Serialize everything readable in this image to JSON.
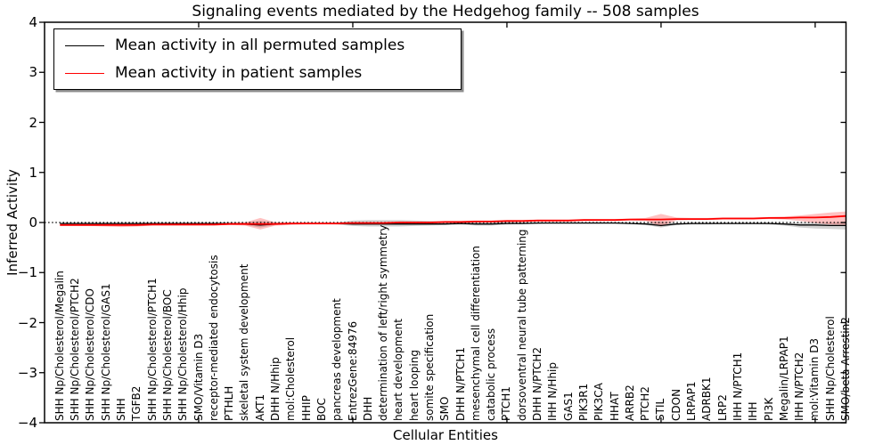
{
  "title": "Signaling events mediated by the Hedgehog family -- 508 samples",
  "legend": {
    "entries": [
      {
        "label": "Mean activity in all permuted samples",
        "color": "#000000"
      },
      {
        "label": "Mean activity in patient samples",
        "color": "#ff0000"
      }
    ]
  },
  "chart_data": {
    "type": "line",
    "title": "Signaling events mediated by the Hedgehog family -- 508 samples",
    "xlabel": "Cellular Entities",
    "ylabel": "Inferred Activity",
    "ylim": [
      -4,
      4
    ],
    "yticks": [
      -4,
      -3,
      -2,
      -1,
      0,
      1,
      2,
      3,
      4
    ],
    "xtick_major_positions": [
      10,
      20,
      30,
      40,
      50
    ],
    "zero_line": "dotted",
    "grid": false,
    "legend_position": "upper-left",
    "categories": [
      "SHH Np/Cholesterol/Megalin",
      "SHH Np/Cholesterol/PTCH2",
      "SHH Np/Cholesterol/CDO",
      "SHH Np/Cholesterol/GAS1",
      "SHH",
      "TGFB2",
      "SHH Np/Cholesterol/PTCH1",
      "SHH Np/Cholesterol/BOC",
      "SHH Np/Cholesterol/Hhip",
      "SMO/Vitamin D3",
      "receptor-mediated endocytosis",
      "PTHLH",
      "skeletal system development",
      "AKT1",
      "DHH N/Hhip",
      "mol:Cholesterol",
      "HHIP",
      "BOC",
      "pancreas development",
      "EntrezGene:84976",
      "DHH",
      "determination of left/right symmetry",
      "heart development",
      "heart looping",
      "somite specification",
      "SMO",
      "DHH N/PTCH1",
      "mesenchymal cell differentiation",
      "catabolic process",
      "PTCH1",
      "dorsoventral neural tube patterning",
      "DHH N/PTCH2",
      "IHH N/Hhip",
      "GAS1",
      "PIK3R1",
      "PIK3CA",
      "HHAT",
      "ARRB2",
      "PTCH2",
      "STIL",
      "CDON",
      "LRPAP1",
      "ADRBK1",
      "LRP2",
      "IHH N/PTCH1",
      "IHH",
      "PI3K",
      "Megalin/LRPAP1",
      "IHH N/PTCH2",
      "mol:Vitamin D3",
      "SHH Np/Cholesterol",
      "SMO/beta Arrestin2"
    ],
    "series": [
      {
        "name": "Mean activity in all permuted samples",
        "color": "#000000",
        "band_color": "#808080",
        "values": [
          -0.02,
          -0.02,
          -0.02,
          -0.02,
          -0.02,
          -0.02,
          -0.02,
          -0.02,
          -0.02,
          -0.02,
          -0.02,
          -0.02,
          -0.03,
          -0.05,
          -0.03,
          -0.02,
          -0.02,
          -0.02,
          -0.02,
          -0.03,
          -0.03,
          -0.03,
          -0.03,
          -0.03,
          -0.03,
          -0.03,
          -0.02,
          -0.03,
          -0.03,
          -0.02,
          -0.02,
          -0.01,
          -0.01,
          -0.01,
          -0.01,
          -0.01,
          -0.01,
          -0.02,
          -0.03,
          -0.06,
          -0.03,
          -0.02,
          -0.02,
          -0.02,
          -0.02,
          -0.02,
          -0.02,
          -0.03,
          -0.05,
          -0.05,
          -0.06,
          -0.06
        ],
        "band_hi": [
          -0.01,
          -0.01,
          -0.01,
          -0.01,
          -0.01,
          -0.01,
          -0.01,
          -0.01,
          -0.01,
          -0.01,
          -0.01,
          -0.01,
          0.0,
          0.03,
          0.0,
          -0.01,
          -0.01,
          -0.01,
          0.0,
          0.04,
          0.05,
          0.05,
          0.05,
          0.04,
          0.03,
          0.02,
          0.01,
          0.02,
          0.02,
          0.01,
          0.0,
          0.0,
          0.0,
          0.0,
          0.0,
          0.0,
          0.0,
          -0.01,
          0.0,
          0.02,
          -0.01,
          -0.01,
          -0.01,
          -0.01,
          -0.01,
          -0.01,
          -0.01,
          -0.01,
          0.0,
          0.0,
          0.0,
          0.01
        ],
        "band_lo": [
          -0.03,
          -0.03,
          -0.03,
          -0.03,
          -0.03,
          -0.03,
          -0.03,
          -0.03,
          -0.03,
          -0.03,
          -0.03,
          -0.04,
          -0.05,
          -0.1,
          -0.05,
          -0.04,
          -0.03,
          -0.03,
          -0.04,
          -0.07,
          -0.08,
          -0.08,
          -0.08,
          -0.07,
          -0.06,
          -0.05,
          -0.04,
          -0.06,
          -0.06,
          -0.04,
          -0.03,
          -0.03,
          -0.02,
          -0.02,
          -0.02,
          -0.02,
          -0.02,
          -0.03,
          -0.05,
          -0.1,
          -0.05,
          -0.04,
          -0.04,
          -0.03,
          -0.03,
          -0.03,
          -0.04,
          -0.06,
          -0.1,
          -0.12,
          -0.13,
          -0.14
        ]
      },
      {
        "name": "Mean activity in patient samples",
        "color": "#ff0000",
        "band_color": "#ff3333",
        "values": [
          -0.05,
          -0.05,
          -0.05,
          -0.05,
          -0.05,
          -0.05,
          -0.04,
          -0.04,
          -0.04,
          -0.04,
          -0.04,
          -0.03,
          -0.03,
          -0.03,
          -0.03,
          -0.02,
          -0.02,
          -0.02,
          -0.02,
          -0.01,
          -0.01,
          -0.01,
          0.0,
          0.0,
          0.0,
          0.01,
          0.01,
          0.02,
          0.02,
          0.03,
          0.03,
          0.04,
          0.04,
          0.04,
          0.05,
          0.05,
          0.05,
          0.06,
          0.06,
          0.06,
          0.07,
          0.07,
          0.07,
          0.08,
          0.08,
          0.08,
          0.09,
          0.09,
          0.1,
          0.1,
          0.11,
          0.13
        ],
        "band_hi": [
          -0.03,
          -0.03,
          -0.03,
          -0.02,
          -0.01,
          -0.02,
          -0.02,
          -0.02,
          -0.02,
          -0.02,
          -0.02,
          -0.01,
          0.0,
          0.09,
          0.0,
          0.0,
          0.0,
          0.0,
          0.0,
          0.01,
          0.01,
          0.01,
          0.02,
          0.02,
          0.02,
          0.03,
          0.03,
          0.04,
          0.04,
          0.05,
          0.05,
          0.06,
          0.06,
          0.06,
          0.07,
          0.07,
          0.07,
          0.08,
          0.09,
          0.17,
          0.1,
          0.09,
          0.09,
          0.1,
          0.1,
          0.1,
          0.11,
          0.12,
          0.14,
          0.17,
          0.2,
          0.22
        ],
        "band_lo": [
          -0.07,
          -0.07,
          -0.07,
          -0.08,
          -0.09,
          -0.08,
          -0.06,
          -0.06,
          -0.06,
          -0.06,
          -0.06,
          -0.05,
          -0.06,
          -0.14,
          -0.06,
          -0.05,
          -0.04,
          -0.04,
          -0.04,
          -0.03,
          -0.03,
          -0.03,
          -0.02,
          -0.02,
          -0.02,
          -0.01,
          -0.01,
          0.0,
          0.0,
          0.01,
          0.01,
          0.02,
          0.02,
          0.02,
          0.03,
          0.03,
          0.03,
          0.04,
          0.03,
          -0.08,
          0.04,
          0.05,
          0.05,
          0.06,
          0.06,
          0.06,
          0.07,
          0.06,
          0.03,
          -0.01,
          -0.04,
          -0.05
        ]
      }
    ]
  }
}
